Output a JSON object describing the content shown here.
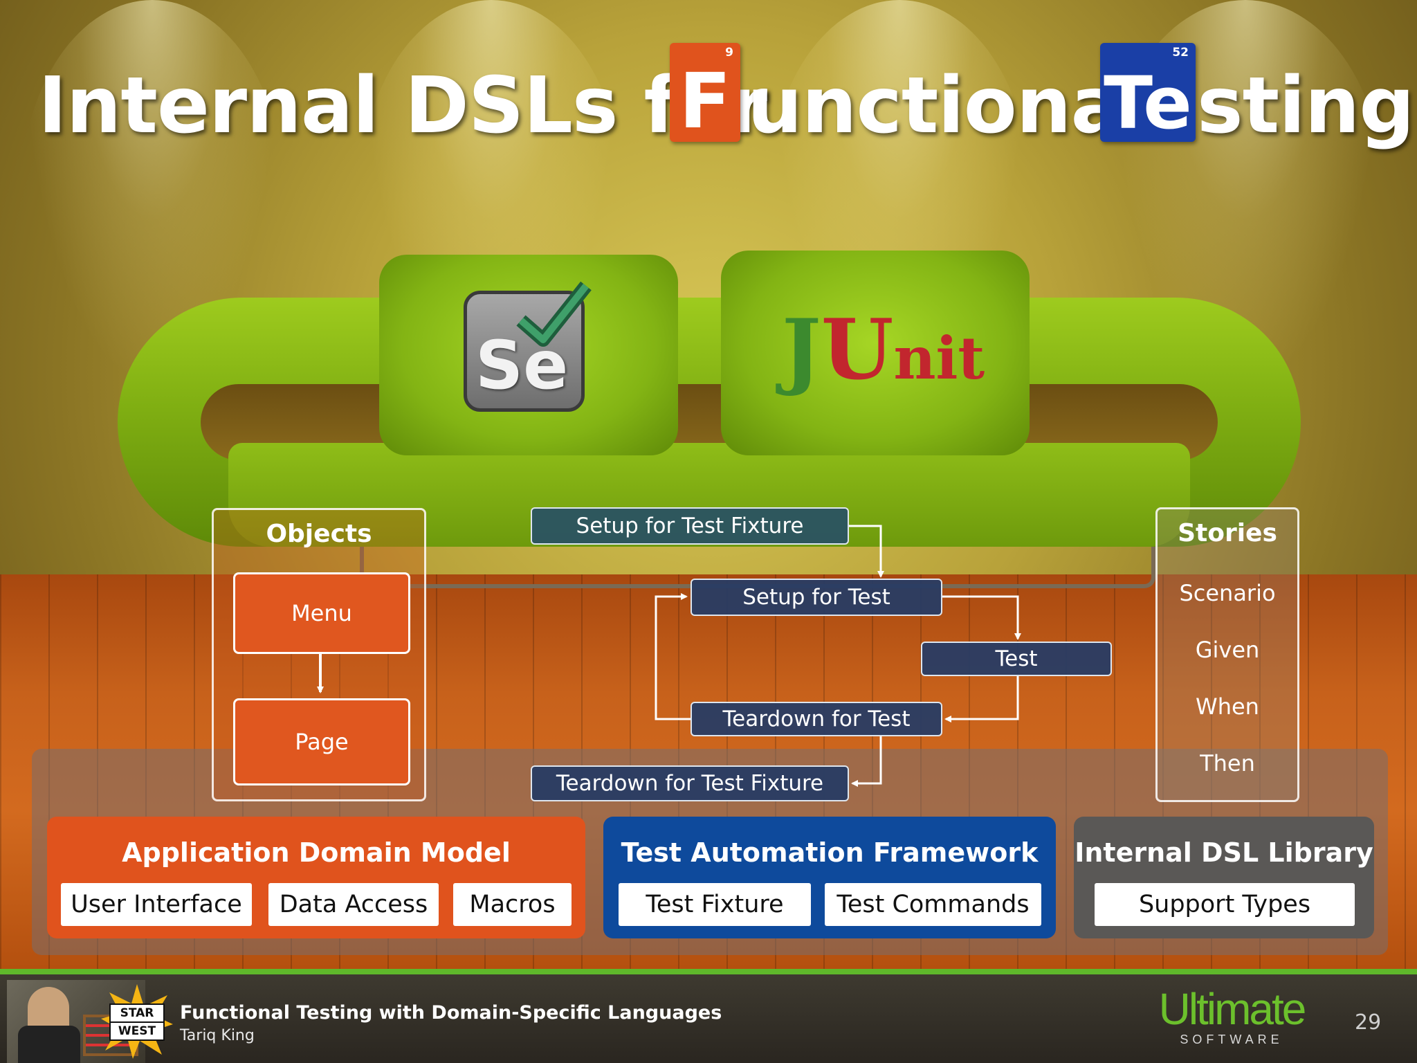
{
  "title": {
    "part1": "Internal DSLs for ",
    "el1": {
      "symbol": "F",
      "number": "9",
      "color": "#e0531d"
    },
    "part2": "unctional ",
    "el2": {
      "symbol": "Te",
      "number": "52",
      "color": "#1a3fa6"
    },
    "part3": "sting"
  },
  "pillows": {
    "selenium": {
      "text": "Se",
      "icon": "selenium-logo-icon"
    },
    "junit": {
      "j": "J",
      "u": "U",
      "nit": "nit",
      "colors": {
        "j": "#3c8a2e",
        "unit": "#c2262e"
      }
    }
  },
  "objects": {
    "title": "Objects",
    "items": [
      "Menu",
      "Page"
    ]
  },
  "stories": {
    "title": "Stories",
    "items": [
      "Scenario",
      "Given",
      "When",
      "Then"
    ]
  },
  "flow": {
    "setup_fixture": "Setup for Test Fixture",
    "setup_test": "Setup for Test",
    "test": "Test",
    "teardown_test": "Teardown for Test",
    "teardown_fixture": "Teardown for Test Fixture"
  },
  "groups": {
    "app_domain": {
      "title": "Application Domain Model",
      "chips": [
        "User Interface",
        "Data Access",
        "Macros"
      ],
      "color": "#e0531d"
    },
    "framework": {
      "title": "Test Automation Framework",
      "chips": [
        "Test Fixture",
        "Test Commands"
      ],
      "color": "#0e4a9c"
    },
    "library": {
      "title": "Internal DSL Library",
      "chips": [
        "Support Types"
      ],
      "color": "#5a5856"
    }
  },
  "footer": {
    "badge_top": "STAR",
    "badge_bottom": "WEST",
    "presentation_title": "Functional Testing with Domain-Specific Languages",
    "presenter": "Tariq King",
    "logo_main": "Ultimate",
    "logo_sub": "SOFTWARE",
    "page_number": "29",
    "accent": "#5fb82b"
  }
}
